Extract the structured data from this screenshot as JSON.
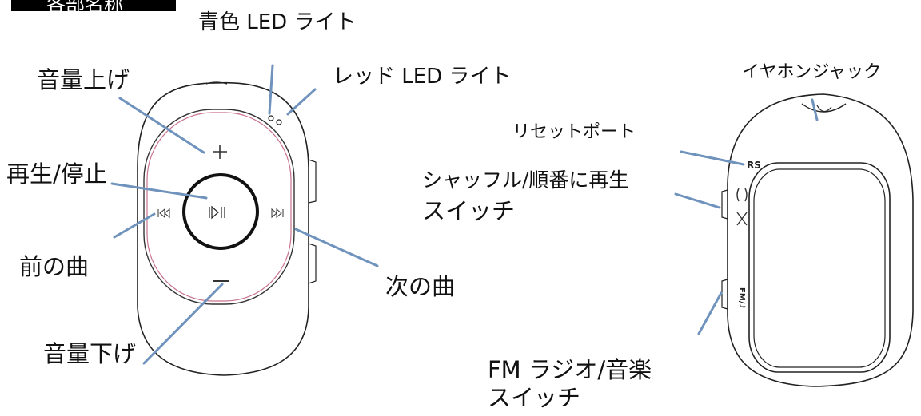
{
  "header": {
    "title": "各部名称"
  },
  "front": {
    "blue_led": "青色 LED ライト",
    "red_led": "レッド LED ライト",
    "volume_up": "音量上げ",
    "play_pause": "再生/停止",
    "previous": "前の曲",
    "next": "次の曲",
    "volume_down": "音量下げ"
  },
  "side": {
    "earphone_jack": "イヤホンジャック",
    "reset_port": "リセットポート",
    "shuffle_switch_line1": "シャッフル/順番に再生",
    "shuffle_switch_line2": "スイッチ",
    "fm_switch_line1": "FM ラジオ/音楽",
    "fm_switch_line2": "スイッチ",
    "device_marks": {
      "reset": "RS",
      "fm": "FM/♪"
    }
  }
}
